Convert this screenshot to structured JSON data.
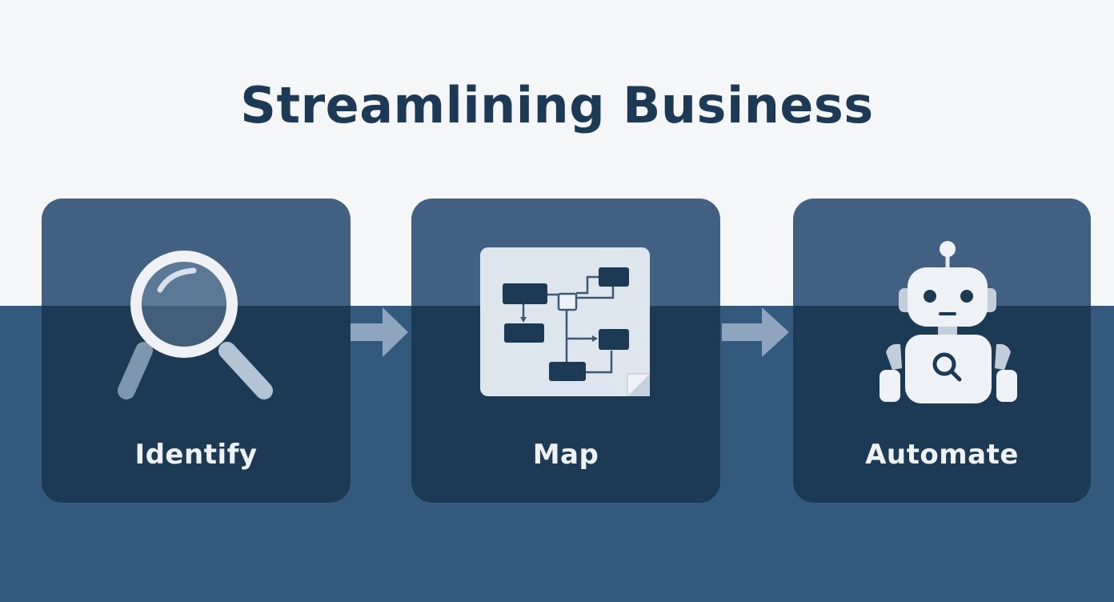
{
  "title": "Streamlining Business",
  "steps": [
    {
      "label": "Identify",
      "icon": "magnifying-glass-icon"
    },
    {
      "label": "Map",
      "icon": "flowchart-icon"
    },
    {
      "label": "Automate",
      "icon": "robot-icon"
    }
  ],
  "colors": {
    "background": "#f5f6f7",
    "band": "#335a7c",
    "card_top": "#426182",
    "card_bottom": "#1d3a55",
    "title": "#1c3a55",
    "label": "#eef2f6",
    "arrow": "#8ea5bd"
  }
}
